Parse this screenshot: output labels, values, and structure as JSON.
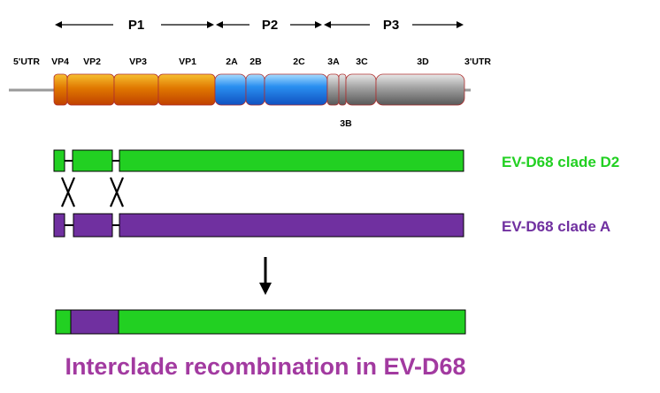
{
  "polyprotein_regions": [
    {
      "id": "p1",
      "label": "P1"
    },
    {
      "id": "p2",
      "label": "P2"
    },
    {
      "id": "p3",
      "label": "P3"
    }
  ],
  "genome_labels": {
    "utr5": "5'UTR",
    "vp4": "VP4",
    "vp2": "VP2",
    "vp3": "VP3",
    "vp1": "VP1",
    "a2": "2A",
    "b2": "2B",
    "c2": "2C",
    "a3": "3A",
    "b3": "3B",
    "c3": "3C",
    "d3": "3D",
    "utr3": "3'UTR"
  },
  "strains": {
    "d2": {
      "label": "EV-D68 clade D2",
      "color": "#22d022"
    },
    "a": {
      "label": "EV-D68 clade A",
      "color": "#7030a0"
    }
  },
  "colors": {
    "structural_gradient": [
      "#f5b300",
      "#c84a00"
    ],
    "p2_gradient": [
      "#9fd6ff",
      "#1560d8"
    ],
    "p3_gradient": [
      "#e8e8e8",
      "#606060"
    ],
    "green": "#22d022",
    "purple": "#7030a0",
    "title": "#a23aa0"
  },
  "title": "Interclade recombination in EV-D68"
}
